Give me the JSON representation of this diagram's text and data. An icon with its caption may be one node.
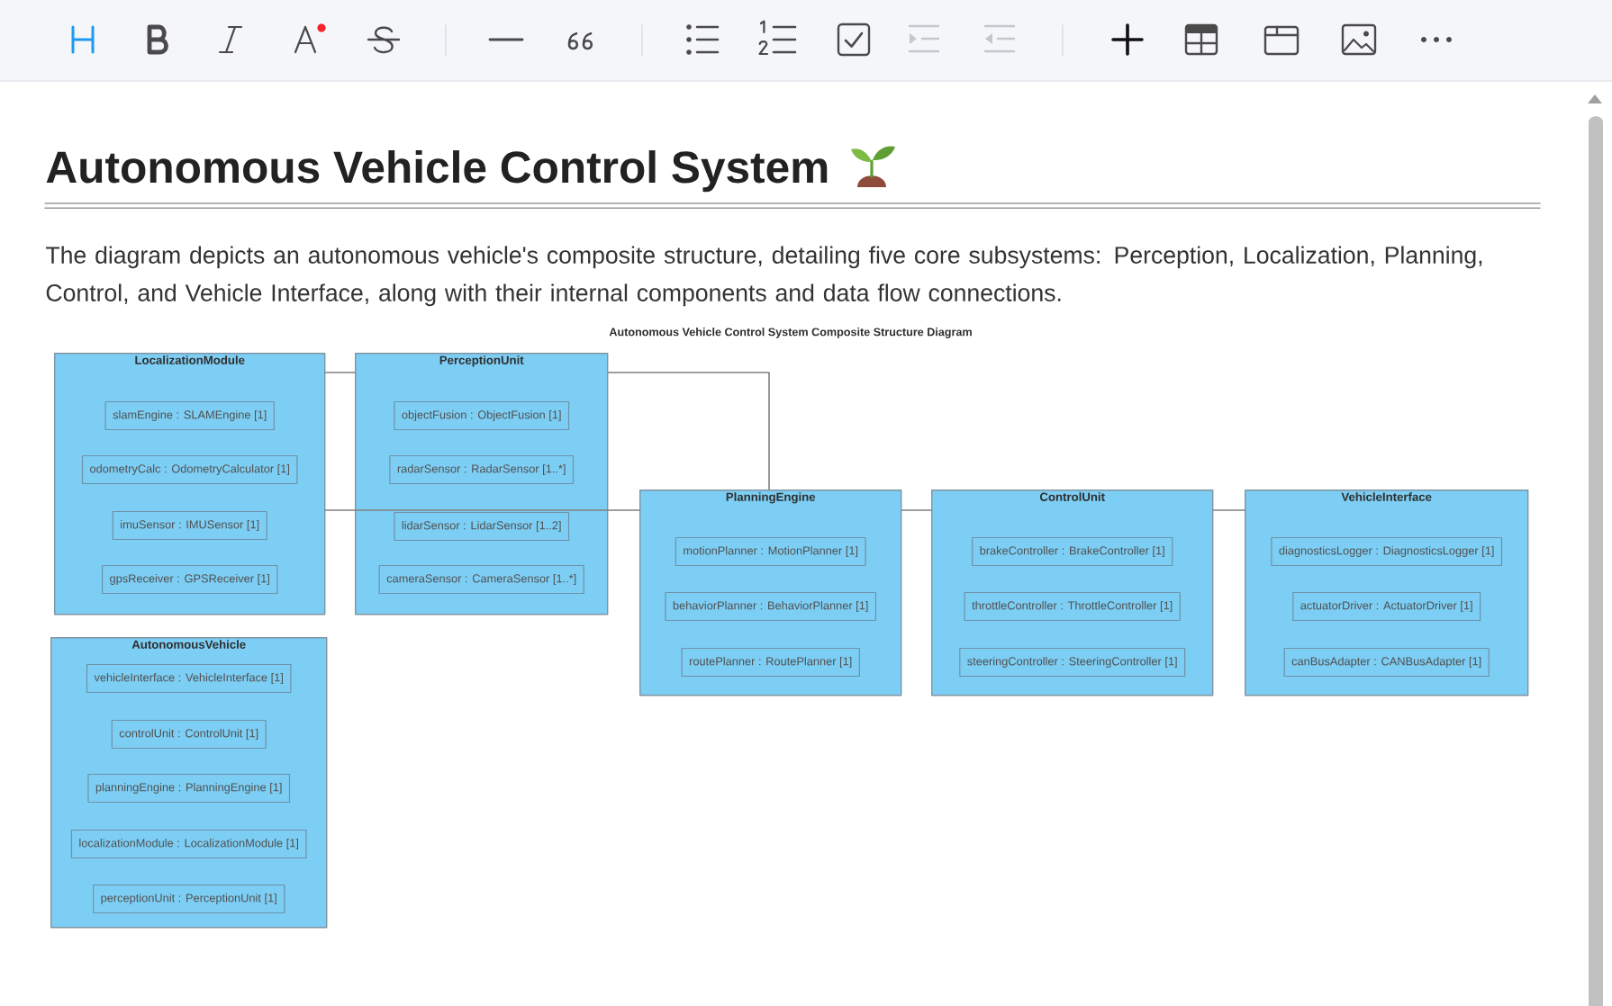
{
  "diagram": {
    "title": "Autonomous Vehicle Control System",
    "caption": "The diagram depicts an autonomous vehicle's composite structure, detailing five core subsystems: Perception, Localization, Planning, Control, and Vehicle Interface, along with their internal components and data flow connections.",
    "nodes": [
      {
        "text": [
          "LocalizationModule"
        ]
      },
      {
        "text": [
          "slamEngine : SLAMEngine [1]"
        ],
        "in": 0
      },
      {
        "text": [
          "odometryCalc : OdometryCalculator [1]"
        ],
        "in": 0
      },
      {
        "text": [
          "imuSensor : IMUSensor [1]"
        ],
        "in": 0
      },
      {
        "text": [
          "gpsReceiver : GPSReceiver [1]"
        ],
        "in": 0
      },
      {
        "text": [
          "PerceptionUnit"
        ]
      },
      {
        "text": [
          "objectFusion : ObjectFusion [1]"
        ],
        "in": 5
      },
      {
        "text": [
          "radarSensor : RadarSensor [1..*]"
        ],
        "in": 5
      },
      {
        "text": [
          "lidarSensor : LidarSensor [1..2]"
        ],
        "in": 5
      },
      {
        "text": [
          "cameraSensor : CameraSensor [1..*]"
        ],
        "in": 5
      },
      {
        "text": [
          "PlanningEngine"
        ]
      },
      {
        "text": [
          "motionPlanner : MotionPlanner [1]"
        ],
        "in": 10
      },
      {
        "text": [
          "behaviorPlanner : BehaviorPlanner [1]"
        ],
        "in": 10
      },
      {
        "text": [
          "routePlanner : RoutePlanner [1]"
        ],
        "in": 10
      },
      {
        "text": [
          "ControlUnit"
        ]
      },
      {
        "text": [
          "brakeController : BrakeController [1]"
        ],
        "in": 14
      },
      {
        "text": [
          "throttleController : ThrottleController [1]"
        ],
        "in": 14
      },
      {
        "text": [
          "steeringController : SteeringController [1]"
        ],
        "in": 14
      },
      {
        "text": [
          "VehicleInterface"
        ]
      },
      {
        "text": [
          "diagnosticsLogger : DiagnosticsLogger [1]"
        ],
        "in": 18
      },
      {
        "text": [
          "actuatorDriver : ActuatorDriver [1]"
        ],
        "in": 18
      },
      {
        "text": [
          "canBusAdapter : CANBusAdapter [1]"
        ],
        "in": 18
      },
      {
        "text": [
          "AutonomousVehicle"
        ]
      },
      {
        "text": [
          "vehicleInterface : VehicleInterface [1]"
        ],
        "in": 22
      },
      {
        "text": [
          "controlUnit : ControlUnit [1]"
        ],
        "in": 22
      },
      {
        "text": [
          "planningEngine : PlanningEngine [1]"
        ],
        "in": 22
      },
      {
        "text": [
          "localizationModule : LocalizationModule [1]"
        ],
        "in": 22
      },
      {
        "text": [
          "perceptionUnit : PerceptionUnit [1]"
        ],
        "in": 22
      }
    ],
    "edges": [
      {
        "from": 0,
        "to": 5,
        "arrow": "none"
      },
      {
        "from": 5,
        "to": 10,
        "arrow": "none"
      },
      {
        "from": 0,
        "to": 10,
        "arrow": "none"
      },
      {
        "from": 10,
        "to": 14,
        "arrow": "none"
      },
      {
        "from": 14,
        "to": 18,
        "arrow": "none"
      }
    ],
    "labels": [
      "Autonomous Vehicle Control System Composite Structure Diagram"
    ]
  }
}
